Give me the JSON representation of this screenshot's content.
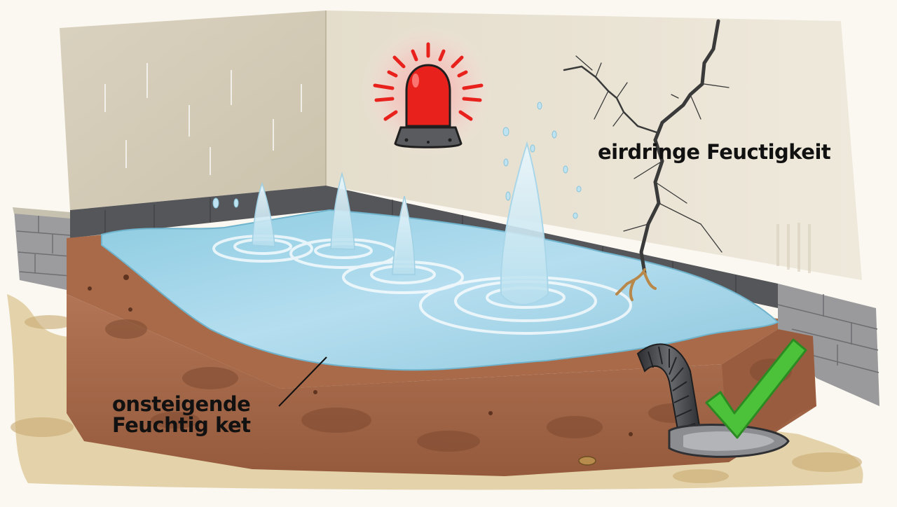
{
  "diagram": {
    "subject": "Basement moisture cross-section illustration",
    "style": "watercolor",
    "labels": {
      "infiltrating_moisture": "eirdringe Feuctigkeit",
      "rising_moisture_line1": "onsteigende",
      "rising_moisture_line2": "Feuchtig ket"
    },
    "elements": [
      {
        "name": "alarm-siren-icon",
        "meaning": "warning / alarm",
        "color": "#e8211c"
      },
      {
        "name": "wall-crack",
        "meaning": "crack in wall letting moisture in",
        "color": "#3a3a3a"
      },
      {
        "name": "water-pool",
        "meaning": "flooded basement floor",
        "color": "#9fd0e0"
      },
      {
        "name": "water-spouts",
        "meaning": "water rising from the ground",
        "count": 4
      },
      {
        "name": "soil-slab",
        "meaning": "soil / foundation",
        "color": "#a86a48"
      },
      {
        "name": "drain-pipe",
        "meaning": "corrugated drainage pipe",
        "color": "#3b3d40"
      },
      {
        "name": "check-mark-icon",
        "meaning": "solution / approved",
        "color": "#4cc23a"
      },
      {
        "name": "stone-plinth",
        "meaning": "wall base stones",
        "color": "#8a8a8c"
      }
    ],
    "colors": {
      "wall": "#e2dccb",
      "wall_shadow": "#cfc6b0",
      "water": "#a8d5e3",
      "water_dark": "#6fb3cc",
      "soil": "#a46a4a",
      "soil_dark": "#7e4a31",
      "sand": "#dcc592",
      "alarm_red": "#e8211c",
      "check_green": "#4cc23a"
    }
  }
}
